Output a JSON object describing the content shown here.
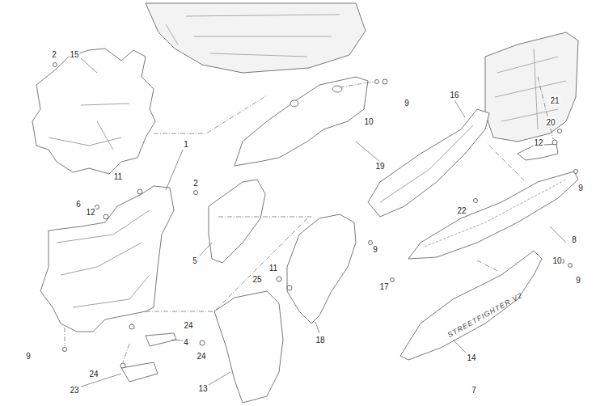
{
  "diagram": {
    "labels": [
      "2",
      "15",
      "9",
      "10",
      "19",
      "16",
      "21",
      "20",
      "12",
      "1",
      "11",
      "12",
      "6",
      "9",
      "2",
      "22",
      "8",
      "9",
      "5",
      "11",
      "25",
      "17",
      "10",
      "9",
      "24",
      "4",
      "18",
      "24",
      "9",
      "13",
      "14",
      "7",
      "24",
      "23",
      "STREETFIGHTER V2"
    ]
  }
}
